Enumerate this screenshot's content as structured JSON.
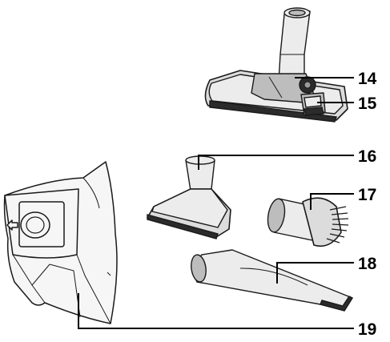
{
  "callouts": [
    {
      "id": "14",
      "label": "14"
    },
    {
      "id": "15",
      "label": "15"
    },
    {
      "id": "16",
      "label": "16"
    },
    {
      "id": "17",
      "label": "17"
    },
    {
      "id": "18",
      "label": "18"
    },
    {
      "id": "19",
      "label": "19"
    }
  ],
  "icons": {
    "floor_nozzle": "floor-nozzle-icon",
    "pedal_switch": "pedal-switch-icon",
    "upholstery_nozzle": "upholstery-nozzle-icon",
    "dusting_brush": "dusting-brush-icon",
    "crevice_tool": "crevice-tool-icon",
    "dust_bag": "dust-bag-icon"
  }
}
